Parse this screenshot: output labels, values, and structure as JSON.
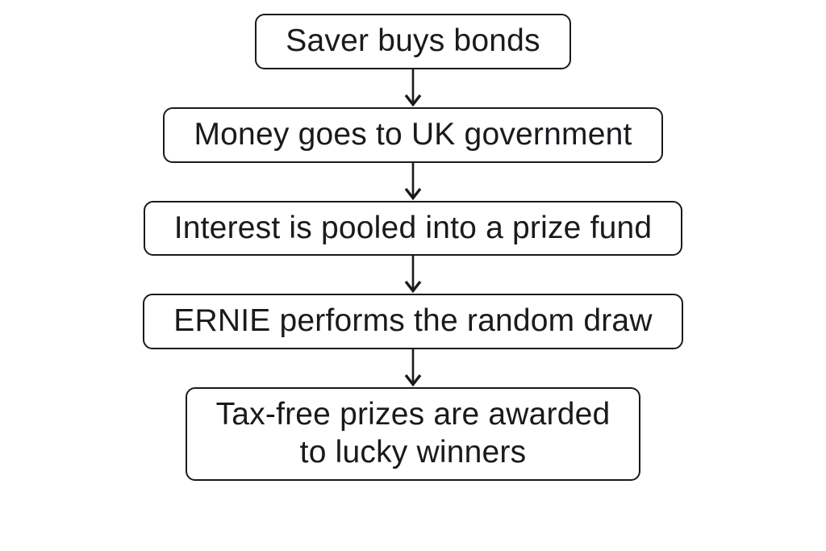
{
  "diagram": {
    "type": "flowchart",
    "direction": "top-down",
    "nodes": [
      {
        "label": "Saver buys bonds"
      },
      {
        "label": "Money goes to UK government"
      },
      {
        "label": "Interest is pooled into a prize fund"
      },
      {
        "label": "ERNIE performs the random draw"
      },
      {
        "label": "Tax-free prizes are awarded\nto lucky winners"
      }
    ],
    "edges": [
      {
        "from": 1,
        "to": 2
      },
      {
        "from": 2,
        "to": 3
      },
      {
        "from": 3,
        "to": 4
      },
      {
        "from": 4,
        "to": 5
      }
    ],
    "colors": {
      "background": "#ffffff",
      "box_fill": "#ffffff",
      "box_border": "#1a1a1a",
      "text": "#1a1a1e",
      "arrow": "#1a1a1a"
    }
  }
}
